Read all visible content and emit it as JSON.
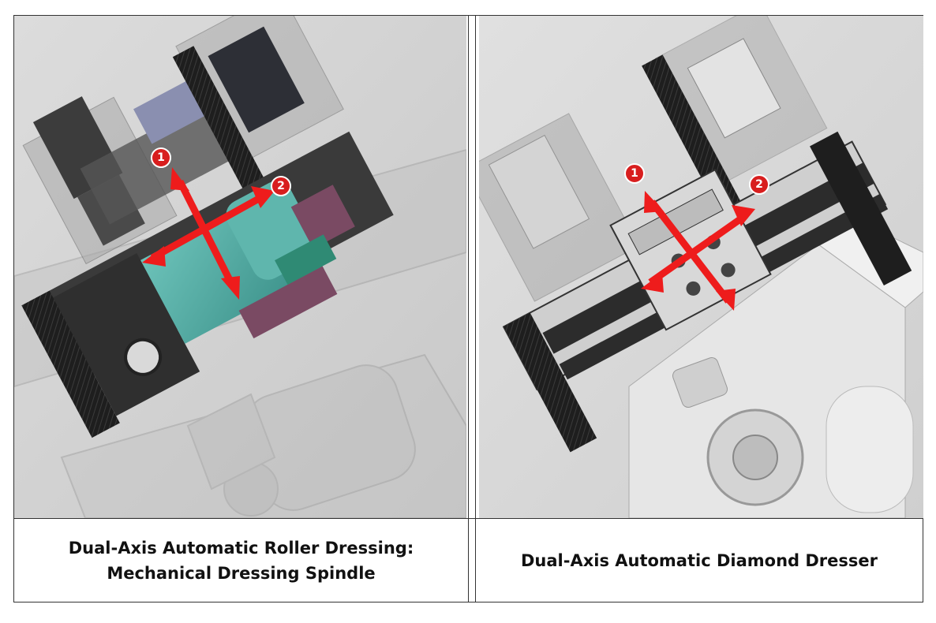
{
  "panels": [
    {
      "caption_line1": "Dual-Axis Automatic Roller Dressing:",
      "caption_line2": "Mechanical Dressing Spindle",
      "axis_badge_1": "1",
      "axis_badge_2": "2"
    },
    {
      "caption_line1": "Dual-Axis Automatic Diamond Dresser",
      "axis_badge_1": "1",
      "axis_badge_2": "2"
    }
  ],
  "colors": {
    "arrow_red": "#ee1c1c",
    "badge_red": "#d81e1e",
    "spindle_teal": "#4ea8a0",
    "pad_purple": "#7a4a63",
    "motor_blue": "#8a8fb0",
    "machine_dark": "#2f2f2f",
    "background_gray": "#d7d7d7"
  }
}
